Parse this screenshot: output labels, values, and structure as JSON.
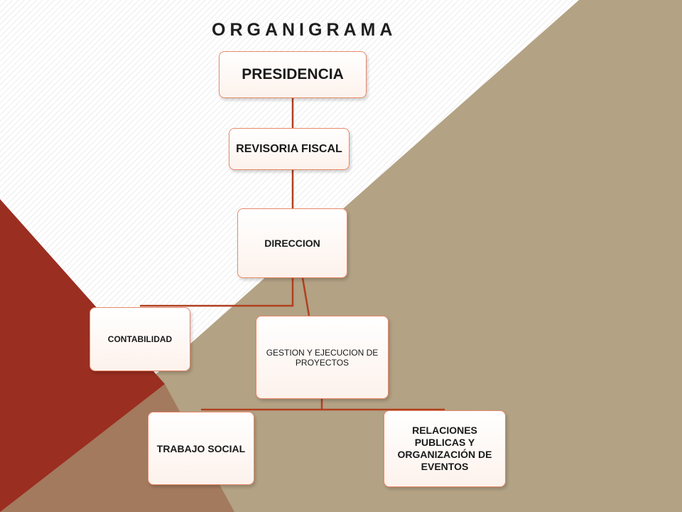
{
  "title": "ORGANIGRAMA",
  "nodes": {
    "presidencia": "PRESIDENCIA",
    "revisoria_fiscal": "REVISORIA FISCAL",
    "direccion": "DIRECCION",
    "contabilidad": "CONTABILIDAD",
    "gestion": "GESTION Y EJECUCION DE PROYECTOS",
    "trabajo_social": "TRABAJO SOCIAL",
    "relaciones": "RELACIONES PUBLICAS Y ORGANIZACIÓN DE EVENTOS"
  },
  "colors": {
    "connector": "#b0401f",
    "box_border": "#e8896a",
    "tan": "#b3a284",
    "red": "#9a2e21",
    "brown": "#a37a5e"
  }
}
